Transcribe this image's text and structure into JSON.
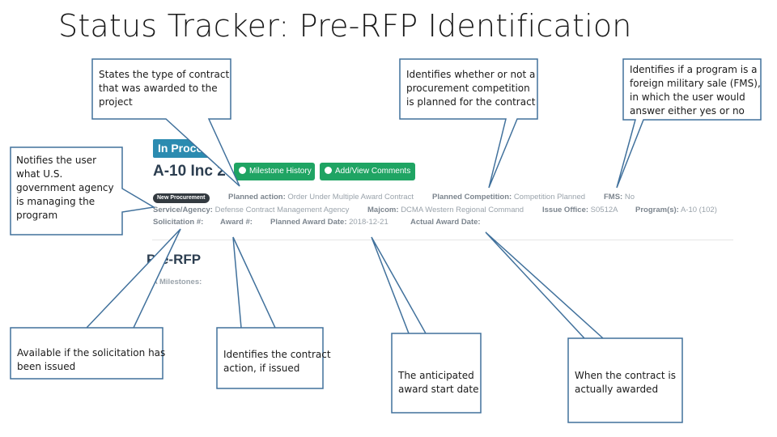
{
  "title": "Status Tracker: Pre-RFP Identification",
  "app": {
    "status_badge": "In Process",
    "program_name": "A-10 Inc 2",
    "buttons": {
      "milestone_history": "Milestone History",
      "add_view_comments": "Add/View Comments"
    },
    "new_procurement_badge": "New Procurement",
    "fields": {
      "planned_action": {
        "label": "Planned action:",
        "value": "Order Under Multiple Award Contract"
      },
      "planned_competition": {
        "label": "Planned Competition:",
        "value": "Competition Planned"
      },
      "fms": {
        "label": "FMS:",
        "value": "No"
      },
      "service_agency": {
        "label": "Service/Agency:",
        "value": "Defense Contract Management Agency"
      },
      "majcom": {
        "label": "Majcom:",
        "value": "DCMA Western Regional Command"
      },
      "issue_office": {
        "label": "Issue Office:",
        "value": "S0512A"
      },
      "programs": {
        "label": "Program(s):",
        "value": "A-10 (102)"
      },
      "solicitation": {
        "label": "Solicitation #:",
        "value": ""
      },
      "award": {
        "label": "Award #:",
        "value": ""
      },
      "planned_award_date": {
        "label": "Planned Award Date:",
        "value": "2018-12-21"
      },
      "actual_award_date": {
        "label": "Actual Award Date:",
        "value": ""
      }
    },
    "section": {
      "title": "Pre-RFP",
      "milestones_label": "NA Milestones:"
    }
  },
  "callouts": {
    "contract_type": "States the type of contract\nthat was awarded to the\nproject",
    "competition": "Identifies whether or not a\nprocurement competition\nis planned for the contract",
    "fms": "Identifies if a program is a\nforeign military sale (FMS),\nin which the user would\nanswer either yes or no",
    "agency": "Notifies the user\nwhat U.S.\ngovernment agency\nis managing the\nprogram",
    "solicitation": "Available if the solicitation has\nbeen issued",
    "award_number": "Identifies the contract\naction, if issued",
    "planned_award": "The anticipated\naward start date",
    "actual_award": "When the contract is\nactually awarded"
  },
  "colors": {
    "callout_border": "#41719c",
    "status_badge": "#2b8bb0",
    "button_green": "#1fa463",
    "heading": "#2c3e50",
    "field_text": "#9aa3ab"
  }
}
